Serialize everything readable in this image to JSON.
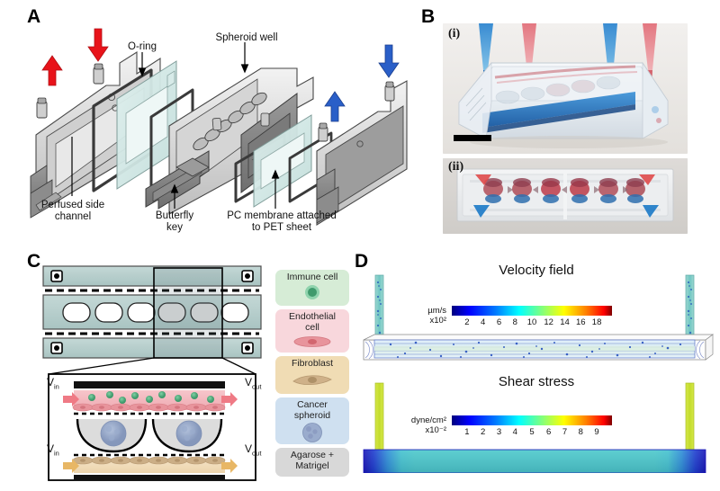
{
  "figure": {
    "panels": [
      "A",
      "B",
      "C",
      "D"
    ]
  },
  "panelA": {
    "letter": "A",
    "labels": [
      {
        "text": "O-ring"
      },
      {
        "text": "Spheroid well"
      },
      {
        "text": "Perfused side\nchannel",
        "line1": "Perfused side",
        "line2": "channel"
      },
      {
        "text": "Butterfly\nkey",
        "line1": "Butterfly",
        "line2": "key"
      },
      {
        "text": "PC membrane attached\nto PET sheet",
        "line1": "PC membrane attached",
        "line2": "to PET sheet"
      }
    ],
    "oring_label": "O-ring",
    "spheroid_label": "Spheroid well",
    "perfused_line1": "Perfused side",
    "perfused_line2": "channel",
    "butterfly_line1": "Butterfly",
    "butterfly_line2": "key",
    "membrane_line1": "PC membrane attached",
    "membrane_line2": "to PET sheet",
    "arrow_colors": {
      "inlet": "#e8131a",
      "outlet": "#2a5fc8"
    }
  },
  "panelB": {
    "letter": "B",
    "sub_i": "(i)",
    "sub_ii": "(ii)",
    "scalebar_present": true,
    "dye_colors": {
      "blue": "#1f6fc4",
      "red": "#d8484f"
    }
  },
  "panelC": {
    "letter": "C",
    "v_in_top": "V",
    "v_in_top_sub": "in",
    "v_out_top": "V",
    "v_out_top_sub": "out",
    "v_in_bottom": "V",
    "v_in_bottom_sub": "in",
    "v_out_bottom": "V",
    "v_out_bottom_sub": "out",
    "legend": [
      {
        "label_line1": "Immune cell",
        "label_line2": "",
        "color": "#d6ecd6",
        "icon": "immune-cell-icon",
        "icon_color": "#4ea877"
      },
      {
        "label_line1": "Endothelial",
        "label_line2": "cell",
        "color": "#f8d7dc",
        "icon": "endothelial-cell-icon",
        "icon_color": "#e8969b"
      },
      {
        "label_line1": "Fibroblast",
        "label_line2": "",
        "color": "#f0dcb4",
        "icon": "fibroblast-icon",
        "icon_color": "#c8a478"
      },
      {
        "label_line1": "Cancer",
        "label_line2": "spheroid",
        "color": "#cfe0f0",
        "icon": "cancer-spheroid-icon",
        "icon_color": "#8fa3c8"
      },
      {
        "label_line1": "Agarose +",
        "label_line2": "Matrigel",
        "color": "#d8d8d8",
        "icon": "",
        "icon_color": "#bdbdbd"
      }
    ]
  },
  "panelD": {
    "letter": "D",
    "charts": [
      {
        "title": "Velocity field",
        "unit_line1": "µm/s",
        "unit_line2": "x10²"
      },
      {
        "title": "Shear stress",
        "unit_line1": "dyne/cm²",
        "unit_line2": "x10⁻²"
      }
    ],
    "velocity_title": "Velocity field",
    "velocity_unit1": "µm/s",
    "velocity_unit2": "x10²",
    "shear_title": "Shear stress",
    "shear_unit1": "dyne/cm²",
    "shear_unit2": "x10⁻²"
  },
  "chart_data": [
    {
      "type": "heatmap",
      "title": "Velocity field",
      "xlabel": "",
      "ylabel": "",
      "colorbar_label": "µm/s x10²",
      "colorbar_ticks": [
        2,
        4,
        6,
        8,
        10,
        12,
        14,
        16,
        18
      ],
      "colorbar_range": [
        0,
        20
      ],
      "colormap": "jet",
      "legend_position": "top-center",
      "grid": false,
      "annotations": [
        "Flow channel cross-section with seeded particle traces; inlet/outlet ports at both ends"
      ]
    },
    {
      "type": "heatmap",
      "title": "Shear stress",
      "xlabel": "",
      "ylabel": "",
      "colorbar_label": "dyne/cm² x10⁻²",
      "colorbar_ticks": [
        1,
        2,
        3,
        4,
        5,
        6,
        7,
        8,
        9
      ],
      "colorbar_range": [
        0,
        10
      ],
      "colormap": "jet",
      "legend_position": "top-center",
      "grid": false,
      "annotations": [
        "Uniform mid-range (teal, ~5x10⁻² dyne/cm²) shear across channel floor; dark blue low-shear zones at both ends; inlet tubes at ~8x10⁻² (yellow-green)"
      ]
    }
  ]
}
